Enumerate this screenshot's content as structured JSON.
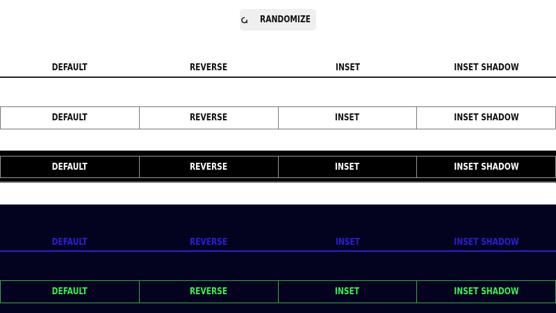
{
  "toolbar": {
    "randomize_label": "RANDOMIZE",
    "randomize_icon": "refresh-icon"
  },
  "rows": [
    {
      "style": "underline-light",
      "tabs": [
        "DEFAULT",
        "REVERSE",
        "INSET",
        "INSET SHADOW"
      ]
    },
    {
      "style": "boxed-light",
      "tabs": [
        "DEFAULT",
        "REVERSE",
        "INSET",
        "INSET SHADOW"
      ]
    },
    {
      "style": "boxed-black",
      "tabs": [
        "DEFAULT",
        "REVERSE",
        "INSET",
        "INSET SHADOW"
      ]
    },
    {
      "style": "underline-navy-blue",
      "tabs": [
        "DEFAULT",
        "REVERSE",
        "INSET",
        "INSET SHADOW"
      ]
    },
    {
      "style": "boxed-navy-green",
      "tabs": [
        "DEFAULT",
        "REVERSE",
        "INSET",
        "INSET SHADOW"
      ]
    }
  ],
  "colors": {
    "background": "#ffffff",
    "button_bg": "#efefef",
    "black_band": "#000000",
    "navy_bg": "#03031f",
    "blue_accent": "#2a1fd6",
    "green_accent": "#39f04c",
    "green_border": "#3dab3d"
  }
}
